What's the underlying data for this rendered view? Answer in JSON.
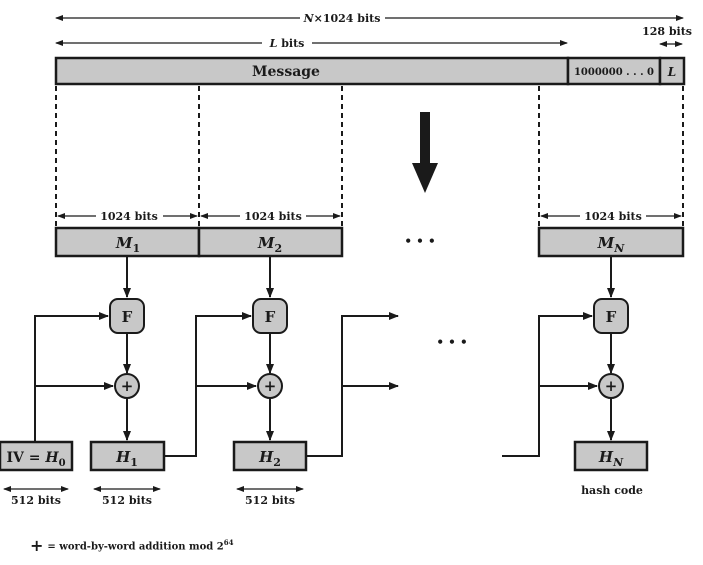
{
  "dimensions": {
    "total": {
      "pre": "N",
      "post": "×1024 bits"
    },
    "message_length": {
      "pre": "L",
      "post": " bits"
    },
    "length_field_size": "128 bits"
  },
  "padded_message": {
    "message": "Message",
    "padding": "1000000 . . . 0",
    "length": "L"
  },
  "block_size": "1024  bits",
  "blocks": [
    {
      "base": "M",
      "sub": "1"
    },
    {
      "base": "M",
      "sub": "2"
    },
    {
      "base": "M",
      "sub": "N"
    }
  ],
  "ellipsis": "• • •",
  "function": "F",
  "adder": "+",
  "iv": {
    "pre": "IV = ",
    "base": "H",
    "sub": "0"
  },
  "hash_values": [
    {
      "base": "H",
      "sub": "1"
    },
    {
      "base": "H",
      "sub": "2"
    },
    {
      "base": "H",
      "sub": "N"
    }
  ],
  "state_size": "512  bits",
  "hash_code": "hash code",
  "legend": {
    "symbol": "+",
    "text": "= word-by-word addition mod 2",
    "exponent": "64"
  },
  "colors": {
    "box_fill": "#c8c8c8",
    "stroke": "#1a1a1a",
    "background": "#ffffff"
  }
}
